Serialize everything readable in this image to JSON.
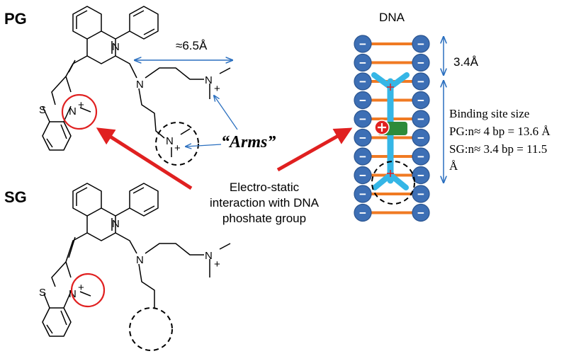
{
  "labels": {
    "pg": "PG",
    "sg": "SG",
    "dna": "DNA",
    "arm_distance": "≈6.5Å",
    "rise": "3.4Å",
    "arms": "“Arms”",
    "interaction": [
      "Electro-static",
      "interaction with DNA",
      "phoshate group"
    ],
    "binding_title": "Binding site size",
    "binding_pg": "PG:n≈ 4 bp = 13.6 Å",
    "binding_sg": "SG:n≈ 3.4 bp = 11.5",
    "binding_unit": "Å"
  },
  "atoms": {
    "n": "N",
    "s": "S",
    "plus": "+"
  },
  "phosphate_sign": "−",
  "colors": {
    "phosphate": "#3d6fb5",
    "base_pair": "#f07a23",
    "ligand": "#35b6e6",
    "intercalator": "#2e8b3a",
    "highlight": "#e02020",
    "dimension": "#2a6fbf"
  }
}
